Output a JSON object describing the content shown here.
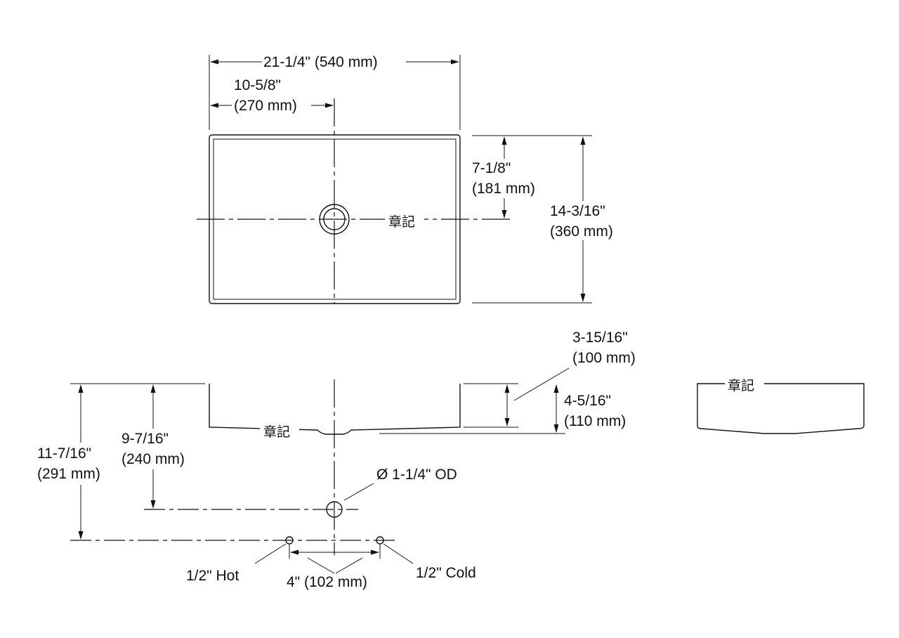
{
  "top_view": {
    "overall_width": "21-1/4\" (540 mm)",
    "half_width_in": "10-5/8\"",
    "half_width_mm": "(270 mm)",
    "drain_to_back_in": "7-1/8\"",
    "drain_to_back_mm": "(181 mm)",
    "overall_depth_in": "14-3/16\"",
    "overall_depth_mm": "(360 mm)",
    "watermark": "章記"
  },
  "side_view": {
    "bowl_depth_in": "3-15/16\"",
    "bowl_depth_mm": "(100 mm)",
    "overall_height_in": "4-5/16\"",
    "overall_height_mm": "(110 mm)",
    "rim_to_drain_in": "9-7/16\"",
    "rim_to_drain_mm": "(240 mm)",
    "rim_to_supply_in": "11-7/16\"",
    "rim_to_supply_mm": "(291 mm)",
    "drain_od": "Ø 1-1/4\" OD",
    "hot_supply": "1/2\" Hot",
    "cold_supply": "1/2\" Cold",
    "supply_spacing": "4\" (102 mm)",
    "watermark": "章記"
  },
  "end_view": {
    "watermark": "章記"
  }
}
